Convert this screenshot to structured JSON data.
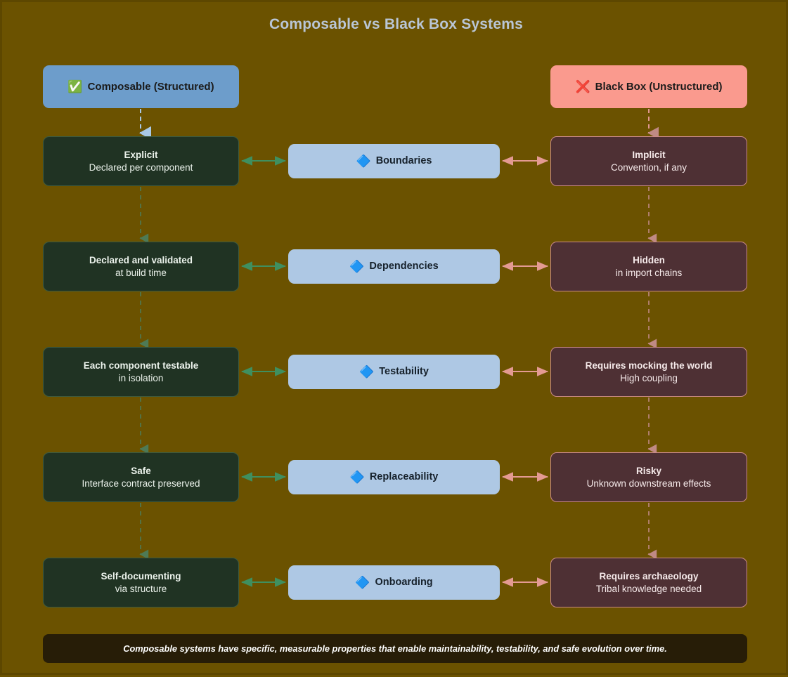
{
  "diagram": {
    "title": "Composable vs Black Box Systems",
    "background_color": "#6b5200",
    "title_color": "#b9c6d6"
  },
  "headers": {
    "left": {
      "icon": "white-check-mark-emoji",
      "icon_glyph": "✅",
      "label": "Composable (Structured)",
      "bg_color": "#6d9dcb",
      "text_color": "#1b1b1b"
    },
    "right": {
      "icon": "cross-mark-emoji",
      "icon_glyph": "❌",
      "label": "Black Box (Unstructured)",
      "bg_color": "#fa9a8e",
      "text_color": "#1b1b1b"
    }
  },
  "center_icon": {
    "name": "large-blue-diamond-emoji",
    "glyph": "🔷"
  },
  "colors": {
    "composable_box_bg": "#203323",
    "composable_box_border": "#3c5a40",
    "blackbox_box_bg": "#4e3034",
    "blackbox_box_border": "#c98a86",
    "dimension_box_bg": "#aec8e4",
    "arrow_green": "#3f8f5f",
    "arrow_salmon": "#e49a92",
    "arrow_blue": "#a9c9e6",
    "footer_bg": "#271d07"
  },
  "rows": [
    {
      "dimension": "Boundaries",
      "left": {
        "line1": "Explicit",
        "line2": "Declared per component"
      },
      "right": {
        "line1": "Implicit",
        "line2": "Convention, if any"
      }
    },
    {
      "dimension": "Dependencies",
      "left": {
        "line1": "Declared and validated",
        "line2": "at build time"
      },
      "right": {
        "line1": "Hidden",
        "line2": "in import chains"
      }
    },
    {
      "dimension": "Testability",
      "left": {
        "line1": "Each component testable",
        "line2": "in isolation"
      },
      "right": {
        "line1": "Requires mocking the world",
        "line2": "High coupling"
      }
    },
    {
      "dimension": "Replaceability",
      "left": {
        "line1": "Safe",
        "line2": "Interface contract preserved"
      },
      "right": {
        "line1": "Risky",
        "line2": "Unknown downstream effects"
      }
    },
    {
      "dimension": "Onboarding",
      "left": {
        "line1": "Self-documenting",
        "line2": "via structure"
      },
      "right": {
        "line1": "Requires archaeology",
        "line2": "Tribal knowledge needed"
      }
    }
  ],
  "footer": {
    "note": "Composable systems have specific, measurable properties that enable maintainability, testability, and safe evolution over time."
  }
}
